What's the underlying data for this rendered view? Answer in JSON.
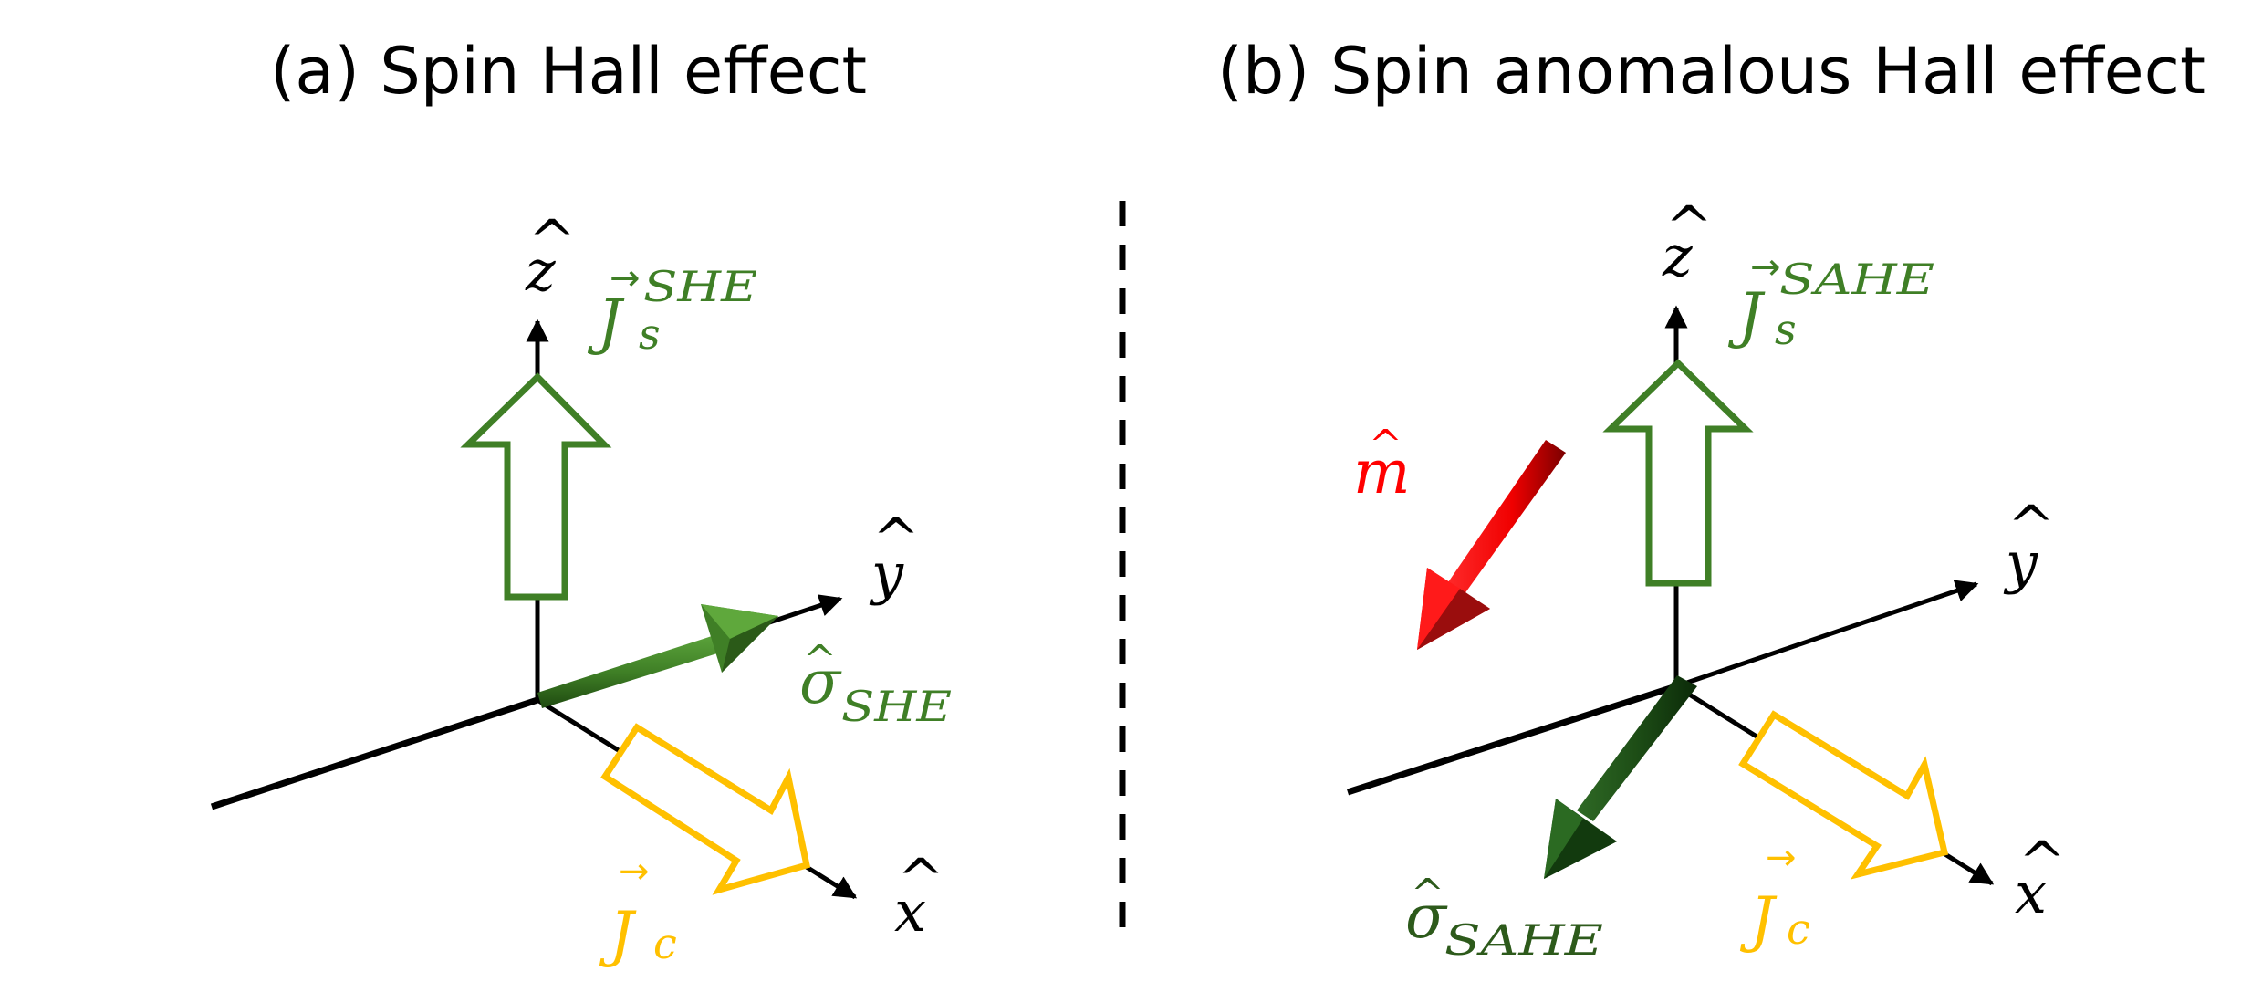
{
  "titles": {
    "left": "(a) Spin Hall effect",
    "right": "(b) Spin anomalous Hall effect"
  },
  "colors": {
    "axis": "#000000",
    "spin_current": "#3f7f26",
    "spin_polarization_she": "#3f7f26",
    "spin_polarization_sahe": "#2d5a1b",
    "charge_current": "#ffc000",
    "magnetization": "#ff0000"
  },
  "panel_a": {
    "axes": {
      "x": "x",
      "y": "y",
      "z": "z",
      "hat": "^"
    },
    "spin_current": {
      "symbol": "J",
      "arrow": "→",
      "subscript": "s",
      "superscript": "SHE"
    },
    "spin_polarization": {
      "symbol": "σ",
      "hat": "^",
      "subscript": "SHE"
    },
    "charge_current": {
      "symbol": "J",
      "arrow": "→",
      "subscript": "c"
    }
  },
  "panel_b": {
    "axes": {
      "x": "x",
      "y": "y",
      "z": "z",
      "hat": "^"
    },
    "spin_current": {
      "symbol": "J",
      "arrow": "→",
      "subscript": "s",
      "superscript": "SAHE"
    },
    "spin_polarization": {
      "symbol": "σ",
      "hat": "^",
      "subscript": "SAHE"
    },
    "charge_current": {
      "symbol": "J",
      "arrow": "→",
      "subscript": "c"
    },
    "magnetization": {
      "symbol": "m",
      "hat": "^"
    }
  }
}
